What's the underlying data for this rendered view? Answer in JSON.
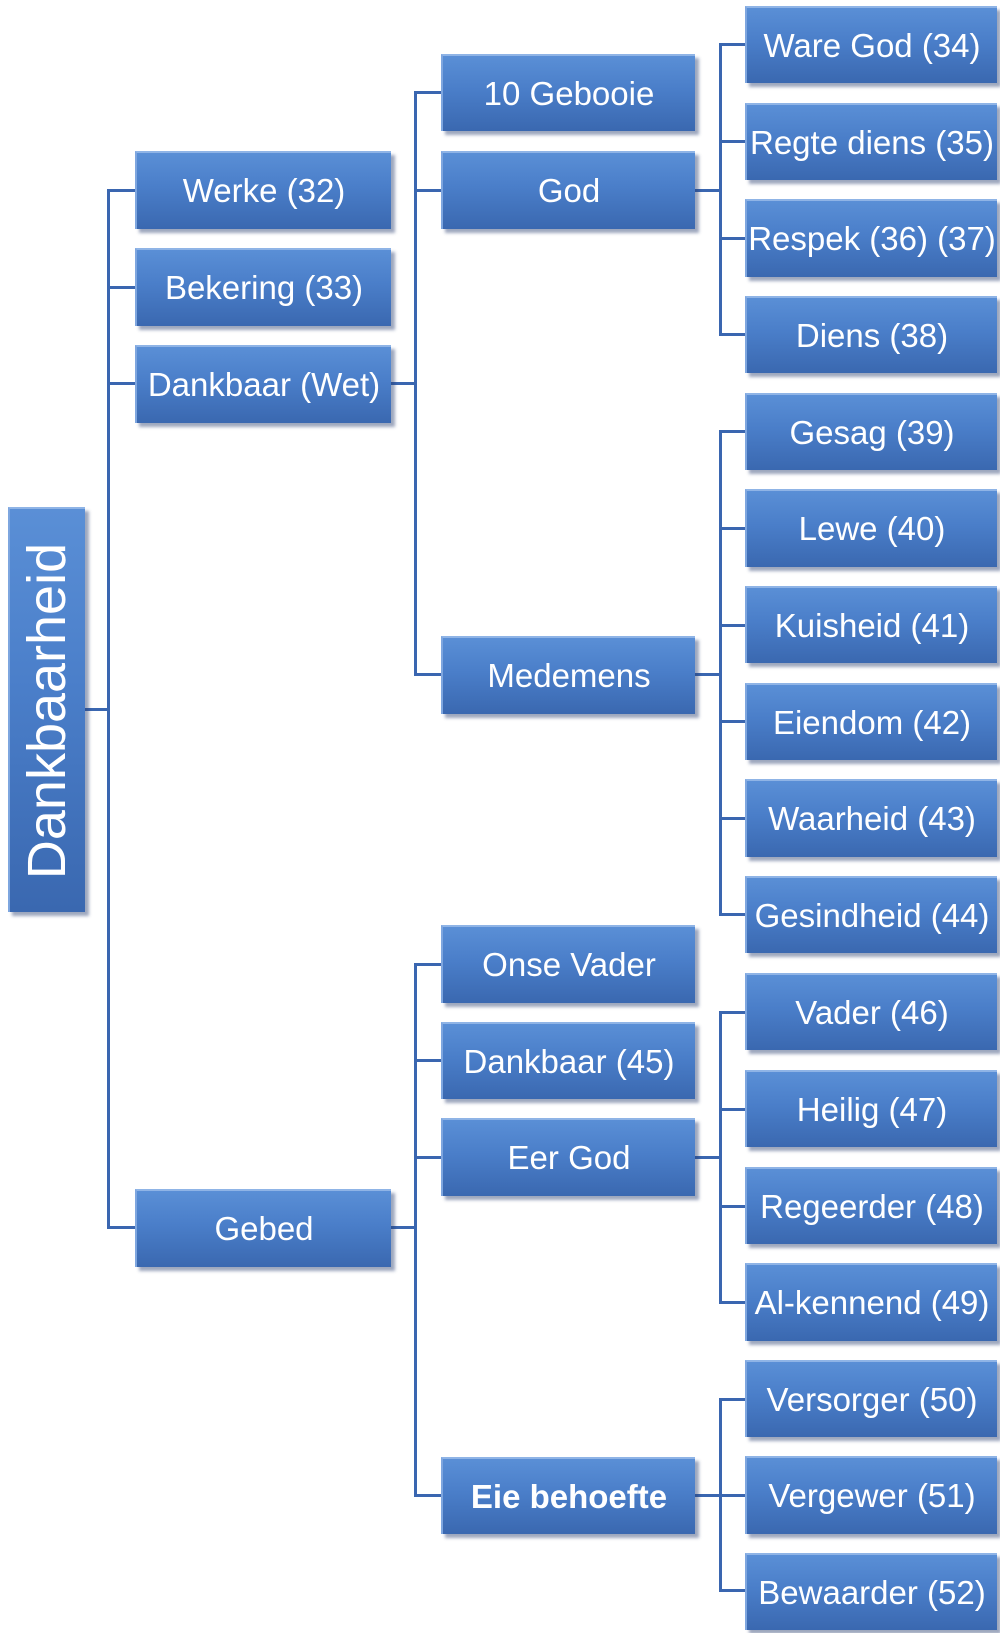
{
  "root": "Dankbaarheid",
  "level1": [
    "Werke (32)",
    "Bekering (33)",
    "Dankbaar (Wet)",
    "Gebed"
  ],
  "wet": [
    "10 Gebooie",
    "God",
    "Medemens"
  ],
  "god": [
    "Ware God (34)",
    "Regte diens (35)",
    "Respek (36) (37)",
    "Diens (38)"
  ],
  "medemens": [
    "Gesag (39)",
    "Lewe (40)",
    "Kuisheid (41)",
    "Eiendom (42)",
    "Waarheid (43)",
    "Gesindheid (44)"
  ],
  "gebed": [
    "Onse Vader",
    "Dankbaar (45)",
    "Eer God",
    "Eie behoefte"
  ],
  "eer_god": [
    "Vader (46)",
    "Heilig (47)",
    "Regeerder (48)",
    "Al-kennend (49)"
  ],
  "eie_behoefte": [
    "Versorger (50)",
    "Vergewer (51)",
    "Bewaarder (52)"
  ]
}
